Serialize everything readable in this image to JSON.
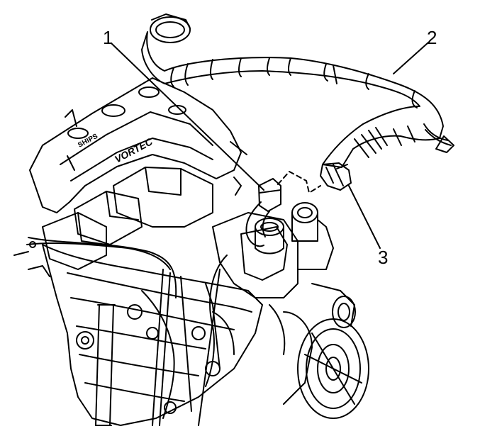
{
  "diagram": {
    "callouts": [
      {
        "id": "1",
        "label": "1"
      },
      {
        "id": "2",
        "label": "2"
      },
      {
        "id": "3",
        "label": "3"
      }
    ],
    "engine_cover_text": "VORTEC",
    "plate_text": "SHIPS"
  },
  "colors": {
    "ink": "#000000",
    "paper": "#ffffff"
  }
}
